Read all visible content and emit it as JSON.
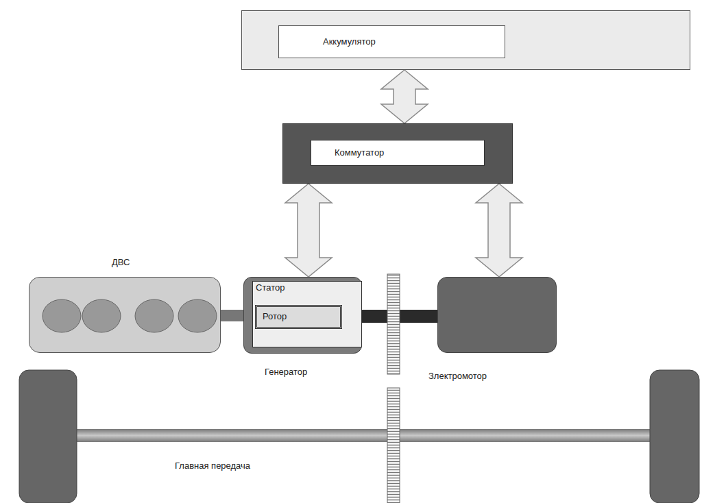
{
  "diagram": {
    "nodes": [
      {
        "text": [
          "Аккумулятор"
        ]
      },
      {
        "text": [
          "Коммутатор"
        ]
      },
      {
        "text": [
          "ДВС"
        ]
      },
      {
        "text": [
          "Генератор"
        ]
      },
      {
        "text": [
          "Статор"
        ],
        "in": 3
      },
      {
        "text": [
          "Ротор"
        ],
        "in": 4
      },
      {
        "text": [
          "Злектромотор"
        ]
      }
    ],
    "edges": [
      {
        "from": 0,
        "to": 1,
        "arrow": "both"
      },
      {
        "from": 1,
        "to": 3,
        "arrow": "both"
      },
      {
        "from": 1,
        "to": 6,
        "arrow": "both"
      }
    ],
    "labels": [
      "Главная передача"
    ]
  }
}
